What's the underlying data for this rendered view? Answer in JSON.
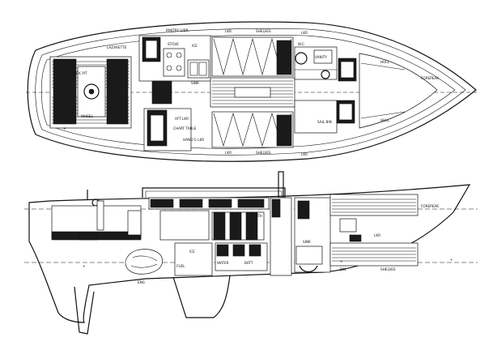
{
  "plan_labels": {
    "pantry": "PANTRY U/BR.",
    "ice": "ICE",
    "shelves_top": "SHELVES",
    "lkr_top": "LKR",
    "lkr_top2": "LKR",
    "sink": "SINK",
    "stove": "STOVE",
    "vanity": "VANITY",
    "wc": "W.C.",
    "hull_top": "HULL",
    "forepeak": "FOREPEAK",
    "hull_bottom": "HULL",
    "cock_pit": "COCK PIT",
    "helm": "WHEEL",
    "lazarette": "LAZARETTE",
    "nav": "CHART TABLE",
    "aft_lkr": "AFT LKR",
    "hanging_lkr": "HANG'G LKR",
    "lkr_bottom": "LKR",
    "shelves_bottom": "SHELVES",
    "lkr_bottom2": "LKR",
    "sail_bin": "SAIL BIN"
  },
  "profile_labels": {
    "forepeak": "FOREPEAK",
    "shelves": "SHELVES",
    "berth": "BERTH",
    "fuel": "FUEL",
    "water": "WATER",
    "batt": "BATT",
    "eng": "ENG",
    "sink": "SINK",
    "lkr": "LKR",
    "ice": "ICE",
    "bin": "BIN"
  }
}
